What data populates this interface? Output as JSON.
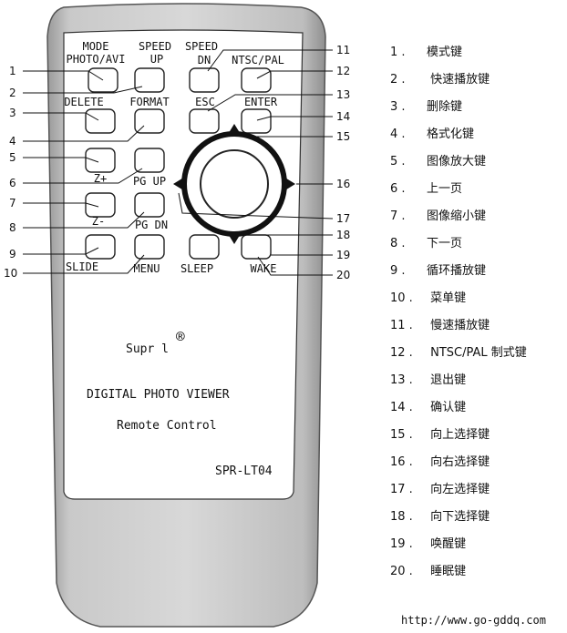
{
  "remote": {
    "buttons": {
      "mode": "MODE",
      "photo_avi": "PHOTO/AVI",
      "speed_up_top": "SPEED",
      "speed_up_bottom": "UP",
      "speed_dn_top": "SPEED",
      "speed_dn_bottom": "DN",
      "ntsc_pal": "NTSC/PAL",
      "delete": "DELETE",
      "format": "FORMAT",
      "esc": "ESC",
      "enter": "ENTER",
      "z_plus": "Z+",
      "pg_up": "PG UP",
      "z_minus": "Z-",
      "pg_dn": "PG DN",
      "slide": "SLIDE",
      "menu": "MENU",
      "sleep": "SLEEP",
      "wake": "WAKE"
    },
    "brand": "Supr l",
    "registered": "®",
    "product": "DIGITAL PHOTO VIEWER",
    "subtitle": "Remote Control",
    "model": "SPR-LT04"
  },
  "callouts": [
    "1",
    "2",
    "3",
    "4",
    "5",
    "6",
    "7",
    "8",
    "9",
    "10",
    "11",
    "12",
    "13",
    "14",
    "15",
    "16",
    "17",
    "18",
    "19",
    "20"
  ],
  "legend": [
    {
      "n": "1 .",
      "label": "模式键"
    },
    {
      "n": "2 .",
      "label": " 快速播放键"
    },
    {
      "n": "3 .",
      "label": "删除键"
    },
    {
      "n": "4 .",
      "label": "格式化键"
    },
    {
      "n": "5 .",
      "label": "图像放大键"
    },
    {
      "n": "6 .",
      "label": "上一页"
    },
    {
      "n": "7 .",
      "label": "图像缩小键"
    },
    {
      "n": "8 .",
      "label": "下一页"
    },
    {
      "n": "9 .",
      "label": "循环播放键"
    },
    {
      "n": "10 .",
      "label": " 菜单键"
    },
    {
      "n": "11 .",
      "label": " 慢速播放键"
    },
    {
      "n": "12 .",
      "label": "  NTSC/PAL   制式键"
    },
    {
      "n": "13 .",
      "label": " 退出键"
    },
    {
      "n": "14 .",
      "label": " 确认键"
    },
    {
      "n": "15 .",
      "label": " 向上选择键"
    },
    {
      "n": "16 .",
      "label": " 向右选择键"
    },
    {
      "n": "17 .",
      "label": " 向左选择键"
    },
    {
      "n": "18 .",
      "label": " 向下选择键"
    },
    {
      "n": "19 .",
      "label": " 唤醒键"
    },
    {
      "n": "20 .",
      "label": " 睡眠键"
    }
  ],
  "footer_url": "http://www.go-gddq.com"
}
